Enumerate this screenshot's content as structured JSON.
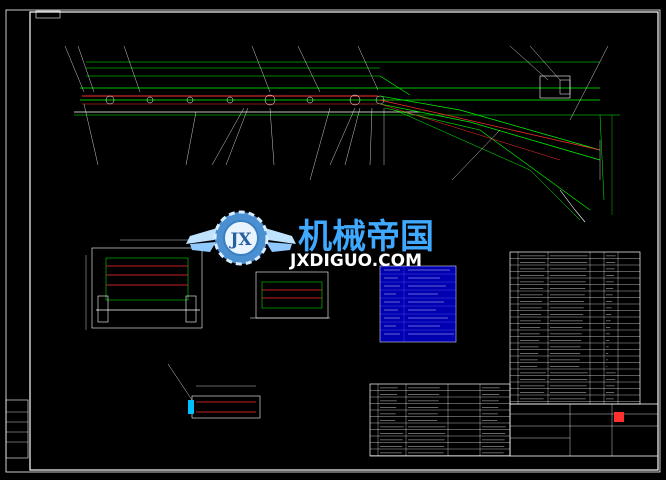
{
  "logo": {
    "chinese_text": "机械帝国",
    "website": "JXDIGUO.COM",
    "emblem_letters": "JX"
  },
  "colors": {
    "background": "#000000",
    "frame": "#ffffff",
    "belt": "#00ff00",
    "leader": "#ffffff",
    "dimension": "#00ffff",
    "centerline": "#ff0000",
    "parts": "#ffff00",
    "spec_table": "#0000ff",
    "logo_blue": "#3fa9ff"
  },
  "icons": [
    "gear-emblem-icon",
    "wing-icon"
  ]
}
